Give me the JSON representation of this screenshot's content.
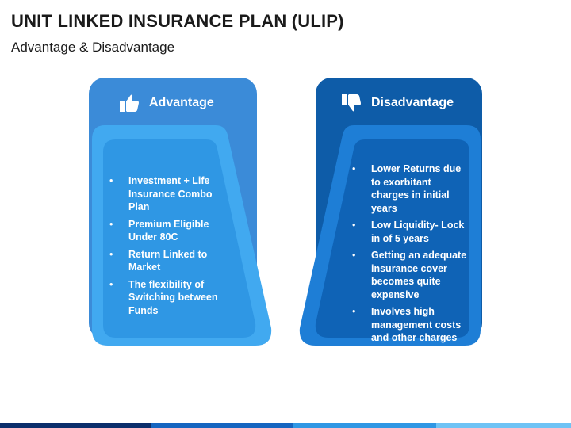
{
  "title": "UNIT LINKED INSURANCE PLAN (ULIP)",
  "subtitle": "Advantage & Disadvantage",
  "advantage": {
    "heading": "Advantage",
    "icon": "thumbs-up-icon",
    "points": [
      "Investment + Life Insurance Combo Plan",
      "Premium Eligible Under 80C",
      "Return Linked to Market",
      "The flexibility of Switching between Funds"
    ],
    "colors": {
      "back": "#3B8BD8",
      "front": "#41A9F0",
      "inner": "#2F97E4"
    }
  },
  "disadvantage": {
    "heading": "Disadvantage",
    "icon": "thumbs-down-icon",
    "points": [
      "Lower Returns due to exorbitant charges in initial years",
      "Low Liquidity- Lock in of 5 years",
      "Getting an adequate insurance cover becomes quite expensive",
      "Involves high management costs and other charges"
    ],
    "colors": {
      "back": "#0E5CA8",
      "front": "#1E7ED6",
      "inner": "#0F63B6"
    }
  },
  "footer_colors": [
    "#0B2E6B",
    "#1565C0",
    "#2F97E4",
    "#6FC3F5"
  ]
}
